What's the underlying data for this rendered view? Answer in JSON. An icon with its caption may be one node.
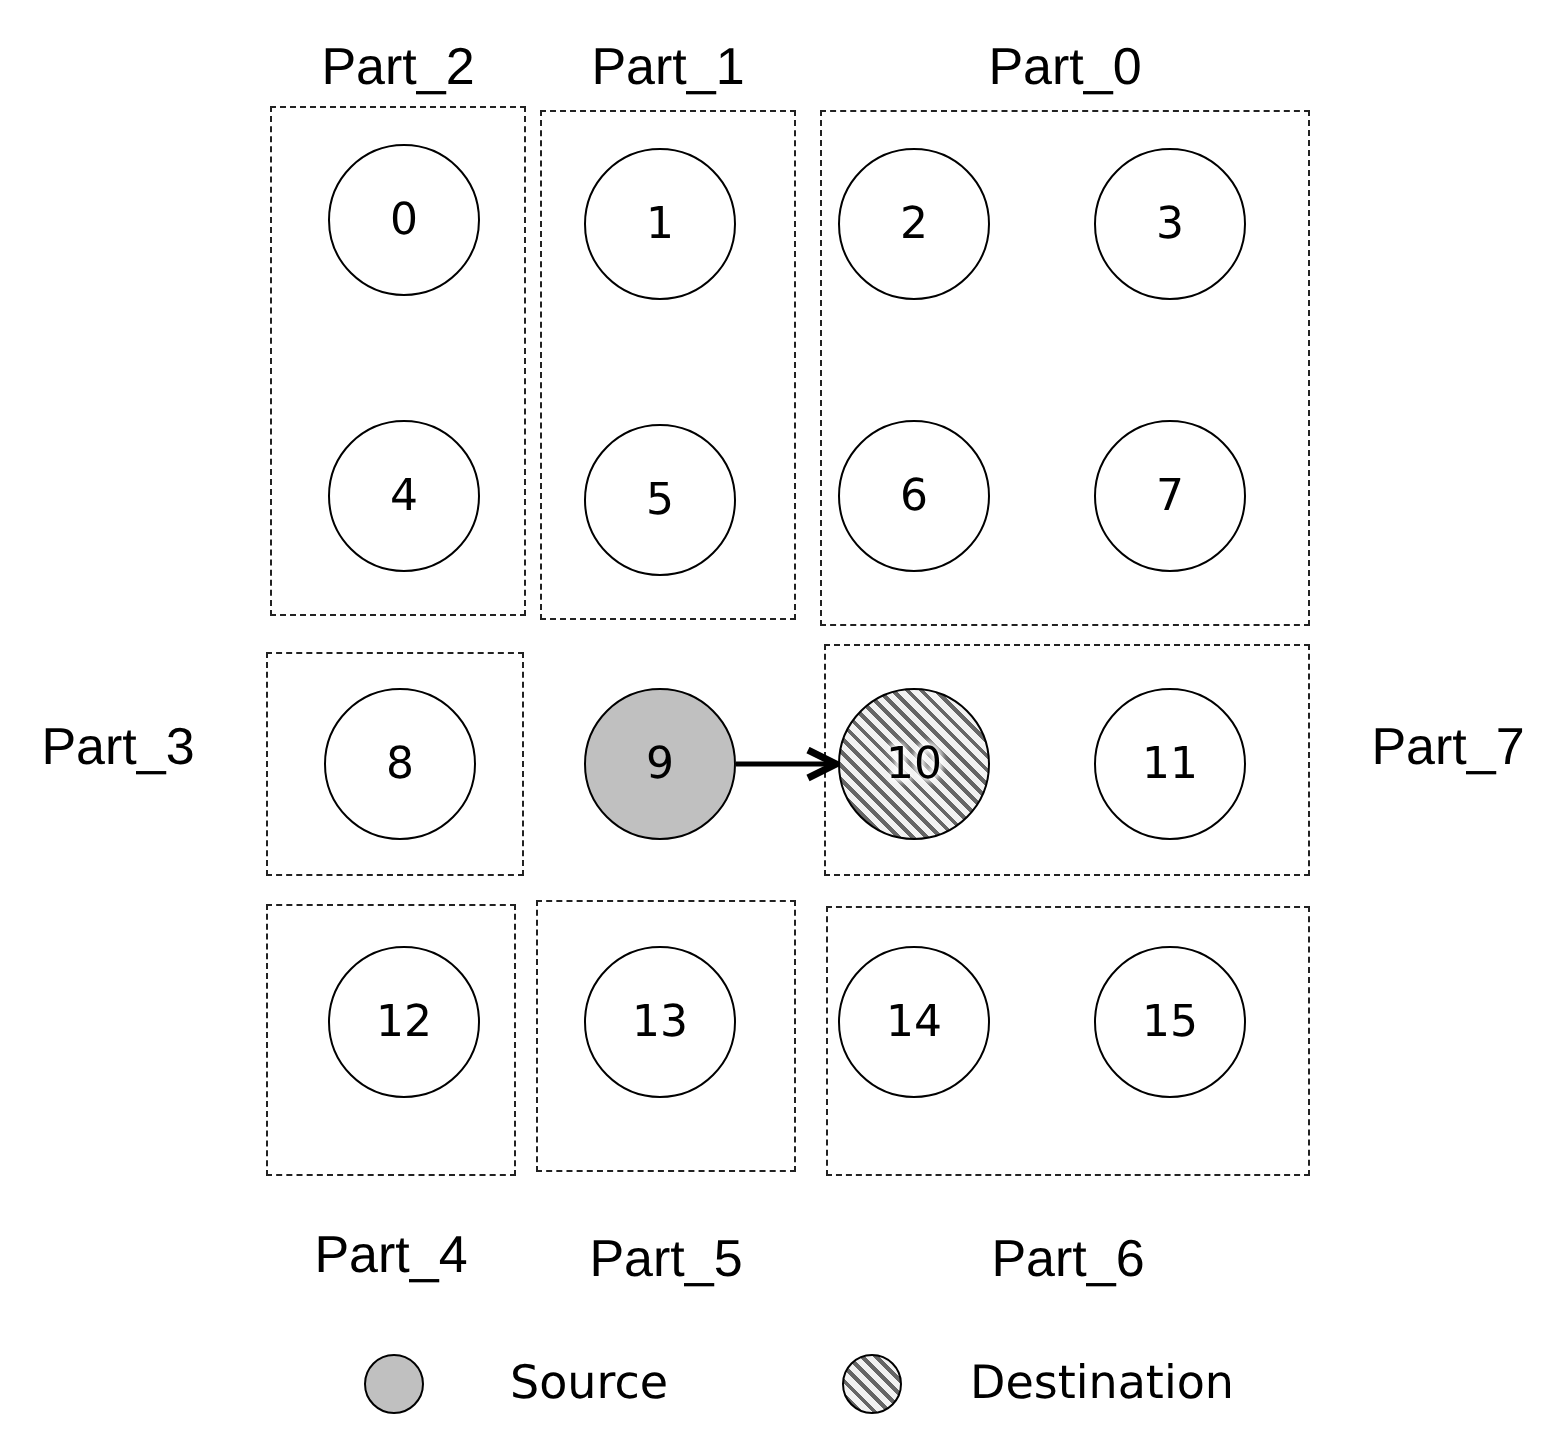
{
  "diagram": {
    "nodes": [
      {
        "text": [
          "Part_2"
        ]
      },
      {
        "text": [
          "0"
        ],
        "in": 0
      },
      {
        "text": [
          "4"
        ],
        "in": 0
      },
      {
        "text": [
          "Part_1"
        ]
      },
      {
        "text": [
          "1"
        ],
        "in": 3
      },
      {
        "text": [
          "5"
        ],
        "in": 3
      },
      {
        "text": [
          "Part_0"
        ]
      },
      {
        "text": [
          "2"
        ],
        "in": 6
      },
      {
        "text": [
          "3"
        ],
        "in": 6
      },
      {
        "text": [
          "6"
        ],
        "in": 6
      },
      {
        "text": [
          "7"
        ],
        "in": 6
      },
      {
        "text": [
          "Part_3"
        ]
      },
      {
        "text": [
          "8"
        ],
        "in": 11
      },
      {
        "text": [
          "9"
        ]
      },
      {
        "text": [
          "Part_7"
        ]
      },
      {
        "text": [
          "10"
        ],
        "in": 14
      },
      {
        "text": [
          "11"
        ],
        "in": 14
      },
      {
        "text": [
          "Part_4"
        ]
      },
      {
        "text": [
          "12"
        ],
        "in": 17
      },
      {
        "text": [
          "Part_5"
        ]
      },
      {
        "text": [
          "13"
        ],
        "in": 19
      },
      {
        "text": [
          "Part_6"
        ]
      },
      {
        "text": [
          "14"
        ],
        "in": 21
      },
      {
        "text": [
          "15"
        ],
        "in": 21
      }
    ],
    "edges": [
      {
        "from": 13,
        "to": 15,
        "arrow": "to"
      }
    ],
    "legend": [
      {
        "text": "Source",
        "color": "#c0c0c0"
      },
      {
        "text": "Destination"
      }
    ]
  }
}
